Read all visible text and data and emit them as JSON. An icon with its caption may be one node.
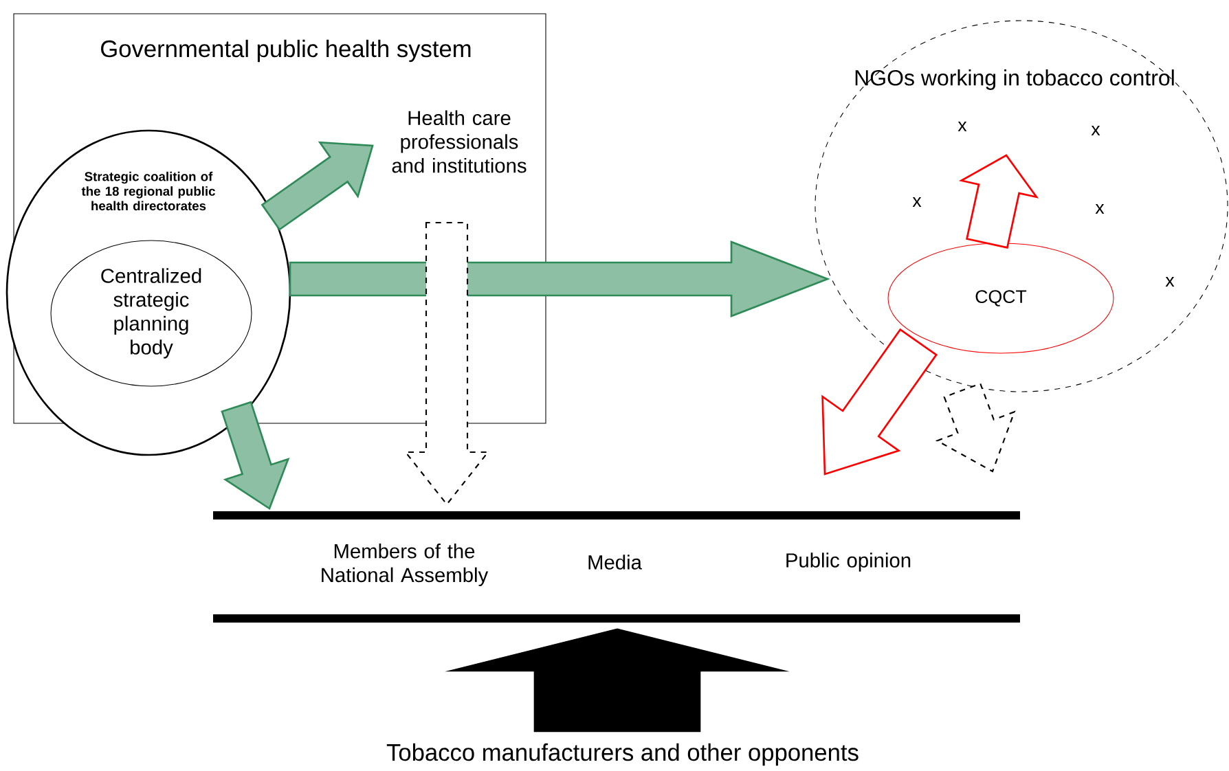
{
  "diagram": {
    "nodes": [
      {
        "text": [
          "Governmental public health system"
        ]
      },
      {
        "text": [
          "Strategic coalition of the 18 regional public health directorates"
        ],
        "in": 0
      },
      {
        "text": [
          "Centralized strategic planning body"
        ],
        "in": 1
      },
      {
        "text": [
          "Health care professionals and institutions"
        ],
        "in": 0
      },
      {
        "text": [
          "NGOs working in tobacco control"
        ]
      },
      {
        "text": [
          "CQCT"
        ],
        "in": 4
      },
      {
        "text": [
          "Members of the National Assembly",
          "Media",
          "Public opinion"
        ]
      },
      {
        "text": [
          "Tobacco manufacturers and other opponents"
        ]
      }
    ],
    "edges": [
      {
        "from": 1,
        "to": 3,
        "arrow": "to"
      },
      {
        "from": 1,
        "to": 4,
        "arrow": "to"
      },
      {
        "from": 1,
        "to": 6,
        "arrow": "to"
      },
      {
        "from": 3,
        "to": 6,
        "arrow": "to",
        "style": "dashed",
        "color": "#000000"
      },
      {
        "from": 5,
        "to": null,
        "arrow": "to",
        "color": "#ff0000"
      },
      {
        "from": 5,
        "to": 6,
        "arrow": "to",
        "color": "#ff0000"
      },
      {
        "from": 4,
        "to": 6,
        "arrow": "to",
        "style": "dashed",
        "color": "#000000"
      },
      {
        "from": 7,
        "to": 6,
        "arrow": "to",
        "style": "thick",
        "color": "#000000"
      }
    ],
    "labels": [
      "x",
      "x",
      "x",
      "x",
      "x"
    ]
  }
}
